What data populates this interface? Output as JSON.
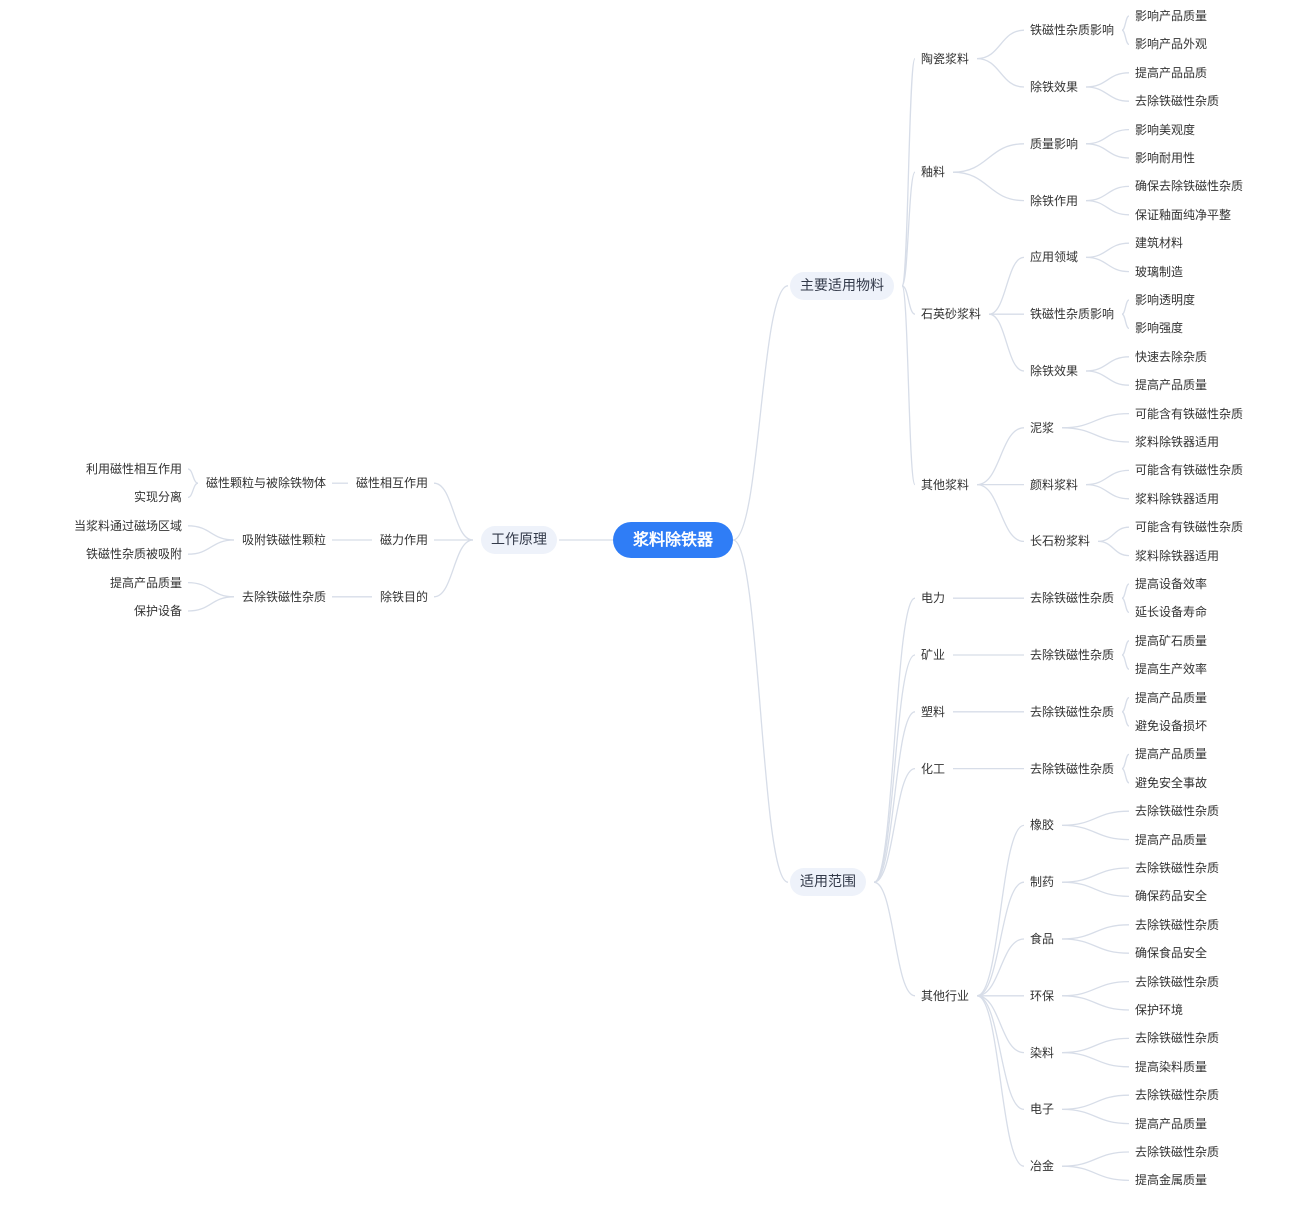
{
  "root": "浆料除铁器",
  "left": [
    {
      "label": "工作原理",
      "children": [
        {
          "label": "磁性相互作用",
          "children": [
            {
              "label": "磁性颗粒与被除铁物体",
              "children": [
                "利用磁性相互作用",
                "实现分离"
              ]
            }
          ]
        },
        {
          "label": "磁力作用",
          "children": [
            {
              "label": "吸附铁磁性颗粒",
              "children": [
                "当浆料通过磁场区域",
                "铁磁性杂质被吸附"
              ]
            }
          ]
        },
        {
          "label": "除铁目的",
          "children": [
            {
              "label": "去除铁磁性杂质",
              "children": [
                "提高产品质量",
                "保护设备"
              ]
            }
          ]
        }
      ]
    }
  ],
  "right": [
    {
      "label": "主要适用物料",
      "children": [
        {
          "label": "陶瓷浆料",
          "children": [
            {
              "label": "铁磁性杂质影响",
              "children": [
                "影响产品质量",
                "影响产品外观"
              ]
            },
            {
              "label": "除铁效果",
              "children": [
                "提高产品品质",
                "去除铁磁性杂质"
              ]
            }
          ]
        },
        {
          "label": "釉料",
          "children": [
            {
              "label": "质量影响",
              "children": [
                "影响美观度",
                "影响耐用性"
              ]
            },
            {
              "label": "除铁作用",
              "children": [
                "确保去除铁磁性杂质",
                "保证釉面纯净平整"
              ]
            }
          ]
        },
        {
          "label": "石英砂浆料",
          "children": [
            {
              "label": "应用领域",
              "children": [
                "建筑材料",
                "玻璃制造"
              ]
            },
            {
              "label": "铁磁性杂质影响",
              "children": [
                "影响透明度",
                "影响强度"
              ]
            },
            {
              "label": "除铁效果",
              "children": [
                "快速去除杂质",
                "提高产品质量"
              ]
            }
          ]
        },
        {
          "label": "其他浆料",
          "children": [
            {
              "label": "泥浆",
              "children": [
                "可能含有铁磁性杂质",
                "浆料除铁器适用"
              ]
            },
            {
              "label": "颜料浆料",
              "children": [
                "可能含有铁磁性杂质",
                "浆料除铁器适用"
              ]
            },
            {
              "label": "长石粉浆料",
              "children": [
                "可能含有铁磁性杂质",
                "浆料除铁器适用"
              ]
            }
          ]
        }
      ]
    },
    {
      "label": "适用范围",
      "children": [
        {
          "label": "电力",
          "children": [
            {
              "label": "去除铁磁性杂质",
              "children": [
                "提高设备效率",
                "延长设备寿命"
              ]
            }
          ]
        },
        {
          "label": "矿业",
          "children": [
            {
              "label": "去除铁磁性杂质",
              "children": [
                "提高矿石质量",
                "提高生产效率"
              ]
            }
          ]
        },
        {
          "label": "塑料",
          "children": [
            {
              "label": "去除铁磁性杂质",
              "children": [
                "提高产品质量",
                "避免设备损坏"
              ]
            }
          ]
        },
        {
          "label": "化工",
          "children": [
            {
              "label": "去除铁磁性杂质",
              "children": [
                "提高产品质量",
                "避免安全事故"
              ]
            }
          ]
        },
        {
          "label": "其他行业",
          "children": [
            {
              "label": "橡胶",
              "children": [
                "去除铁磁性杂质",
                "提高产品质量"
              ]
            },
            {
              "label": "制药",
              "children": [
                "去除铁磁性杂质",
                "确保药品安全"
              ]
            },
            {
              "label": "食品",
              "children": [
                "去除铁磁性杂质",
                "确保食品安全"
              ]
            },
            {
              "label": "环保",
              "children": [
                "去除铁磁性杂质",
                "保护环境"
              ]
            },
            {
              "label": "染料",
              "children": [
                "去除铁磁性杂质",
                "提高染料质量"
              ]
            },
            {
              "label": "电子",
              "children": [
                "去除铁磁性杂质",
                "提高产品质量"
              ]
            },
            {
              "label": "冶金",
              "children": [
                "去除铁磁性杂质",
                "提高金属质量"
              ]
            }
          ]
        }
      ]
    }
  ],
  "colors": {
    "root_fill": "#2f7df6",
    "main_fill": "#eef2fa",
    "edge": "#d7dde8",
    "text": "#333333"
  }
}
